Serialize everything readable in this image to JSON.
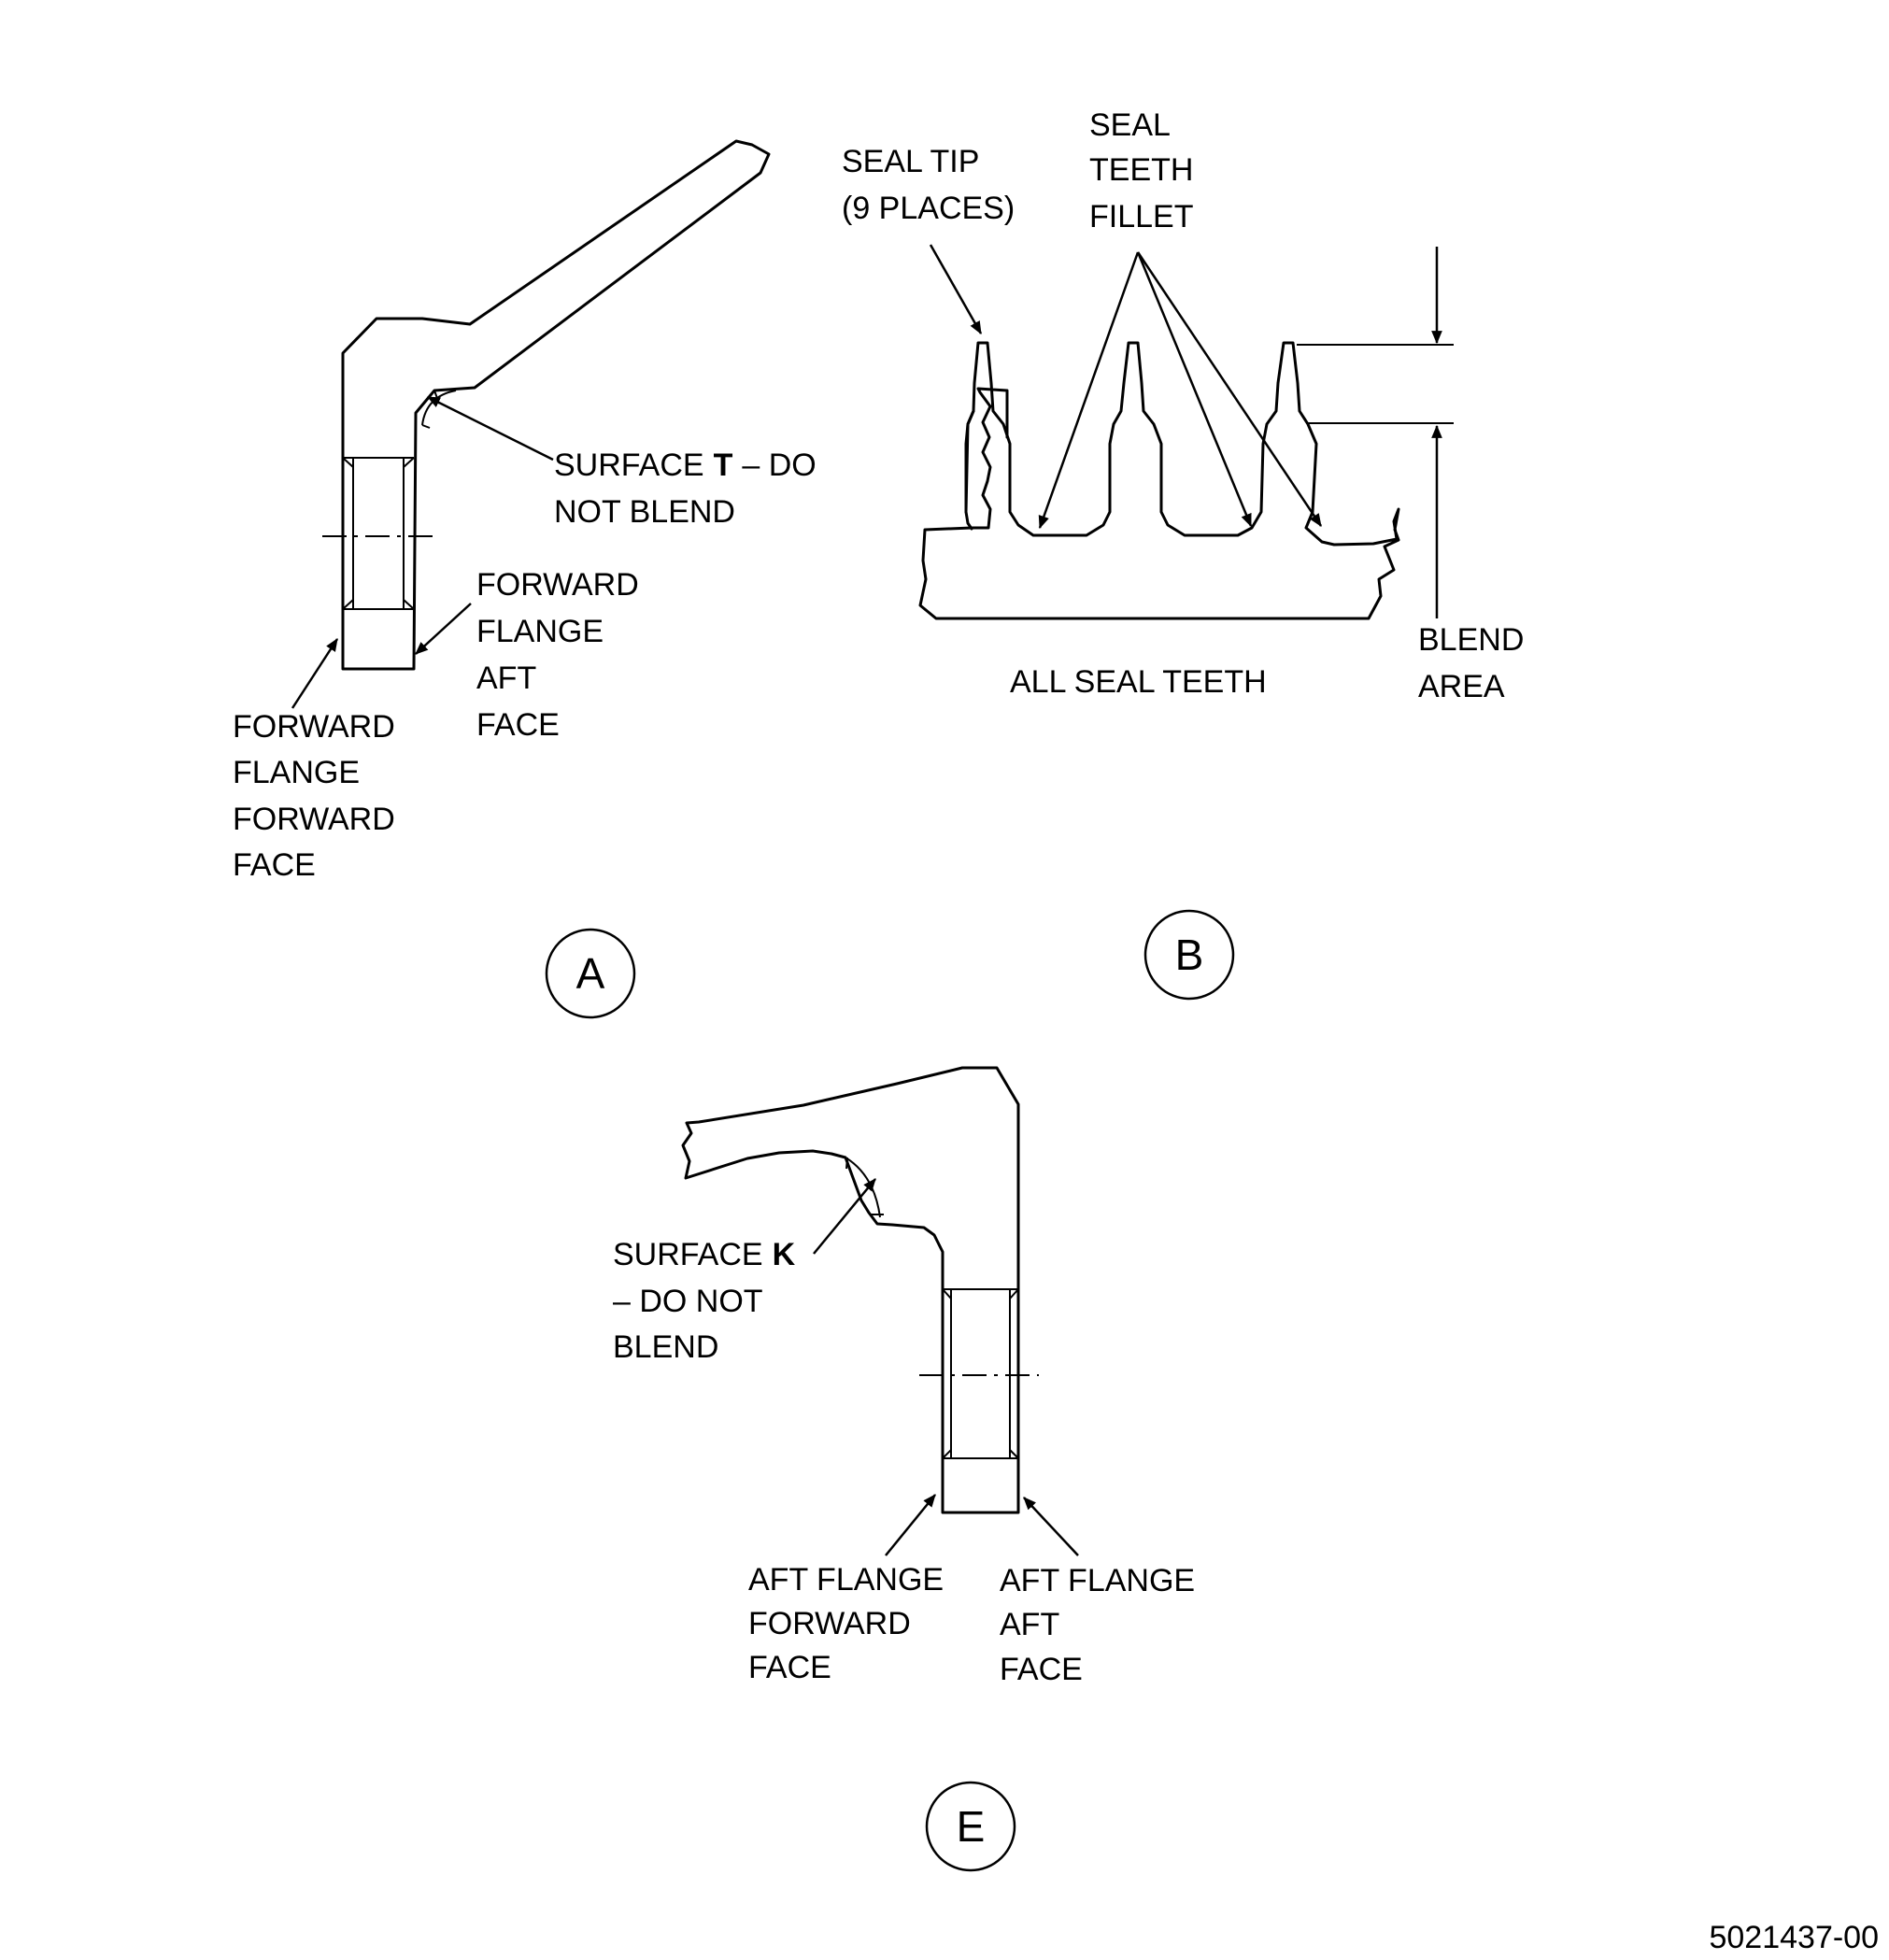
{
  "drawing_number": "5021437-00",
  "views": {
    "a": {
      "letter": "A",
      "surface_t_label": [
        "SURFACE",
        "T",
        "– DO",
        "NOT BLEND"
      ],
      "fwd_flange_aft_face": [
        "FORWARD",
        "FLANGE",
        "AFT",
        "FACE"
      ],
      "fwd_flange_fwd_face": [
        "FORWARD",
        "FLANGE",
        "FORWARD",
        "FACE"
      ]
    },
    "b": {
      "letter": "B",
      "seal_tip": [
        "SEAL TIP",
        "(9 PLACES)"
      ],
      "seal_teeth_fillet": [
        "SEAL",
        "TEETH",
        "FILLET"
      ],
      "all_seal_teeth": "ALL SEAL TEETH",
      "blend_area": [
        "BLEND",
        "AREA"
      ]
    },
    "e": {
      "letter": "E",
      "surface_k_label": [
        "SURFACE",
        "K",
        "– DO NOT",
        "BLEND"
      ],
      "aft_flange_fwd_face": [
        "AFT FLANGE",
        "FORWARD",
        "FACE"
      ],
      "aft_flange_aft_face": [
        "AFT FLANGE",
        "AFT",
        "FACE"
      ]
    }
  }
}
